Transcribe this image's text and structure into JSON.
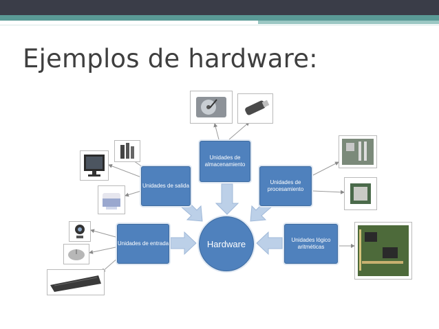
{
  "title": "Ejemplos de hardware:",
  "hub": "Hardware",
  "nodes": {
    "almacenamiento": "Unidades de almacenamiento",
    "salida": "Unidades de salida",
    "procesamiento": "Unidades de procesamiento",
    "entrada": "Unidades de entrada",
    "logico": "Unidades lógico aritméticas"
  },
  "colors": {
    "node": "#4f81bd",
    "bar": "#3a3d48",
    "accent": "#5a9a96"
  },
  "icons": [
    "hard-disk-icon",
    "usb-drive-icon",
    "monitor-icon",
    "speaker-icon",
    "printer-icon",
    "motherboard-icon",
    "cpu-chip-icon",
    "webcam-icon",
    "mouse-icon",
    "keyboard-icon",
    "circuit-board-icon"
  ]
}
